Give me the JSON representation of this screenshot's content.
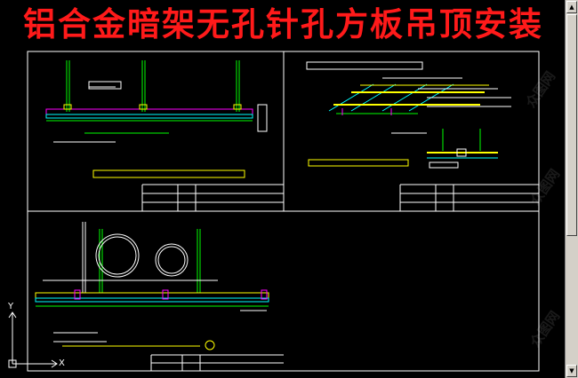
{
  "title": "铝合金暗架无孔针孔方板吊顶安装",
  "watermark": "众图网",
  "ucs": {
    "y": "Y",
    "x": "X"
  },
  "colors": {
    "background": "#000000",
    "title": "#ff1a1a",
    "frame": "#ffffff",
    "primary_line": "#00ff00",
    "secondary_line": "#ffff00",
    "accent": "#ff00ff",
    "cyan": "#00ffff"
  },
  "scrollbar": {
    "up_icon": "up-arrow-icon",
    "down_icon": "down-arrow-icon"
  }
}
